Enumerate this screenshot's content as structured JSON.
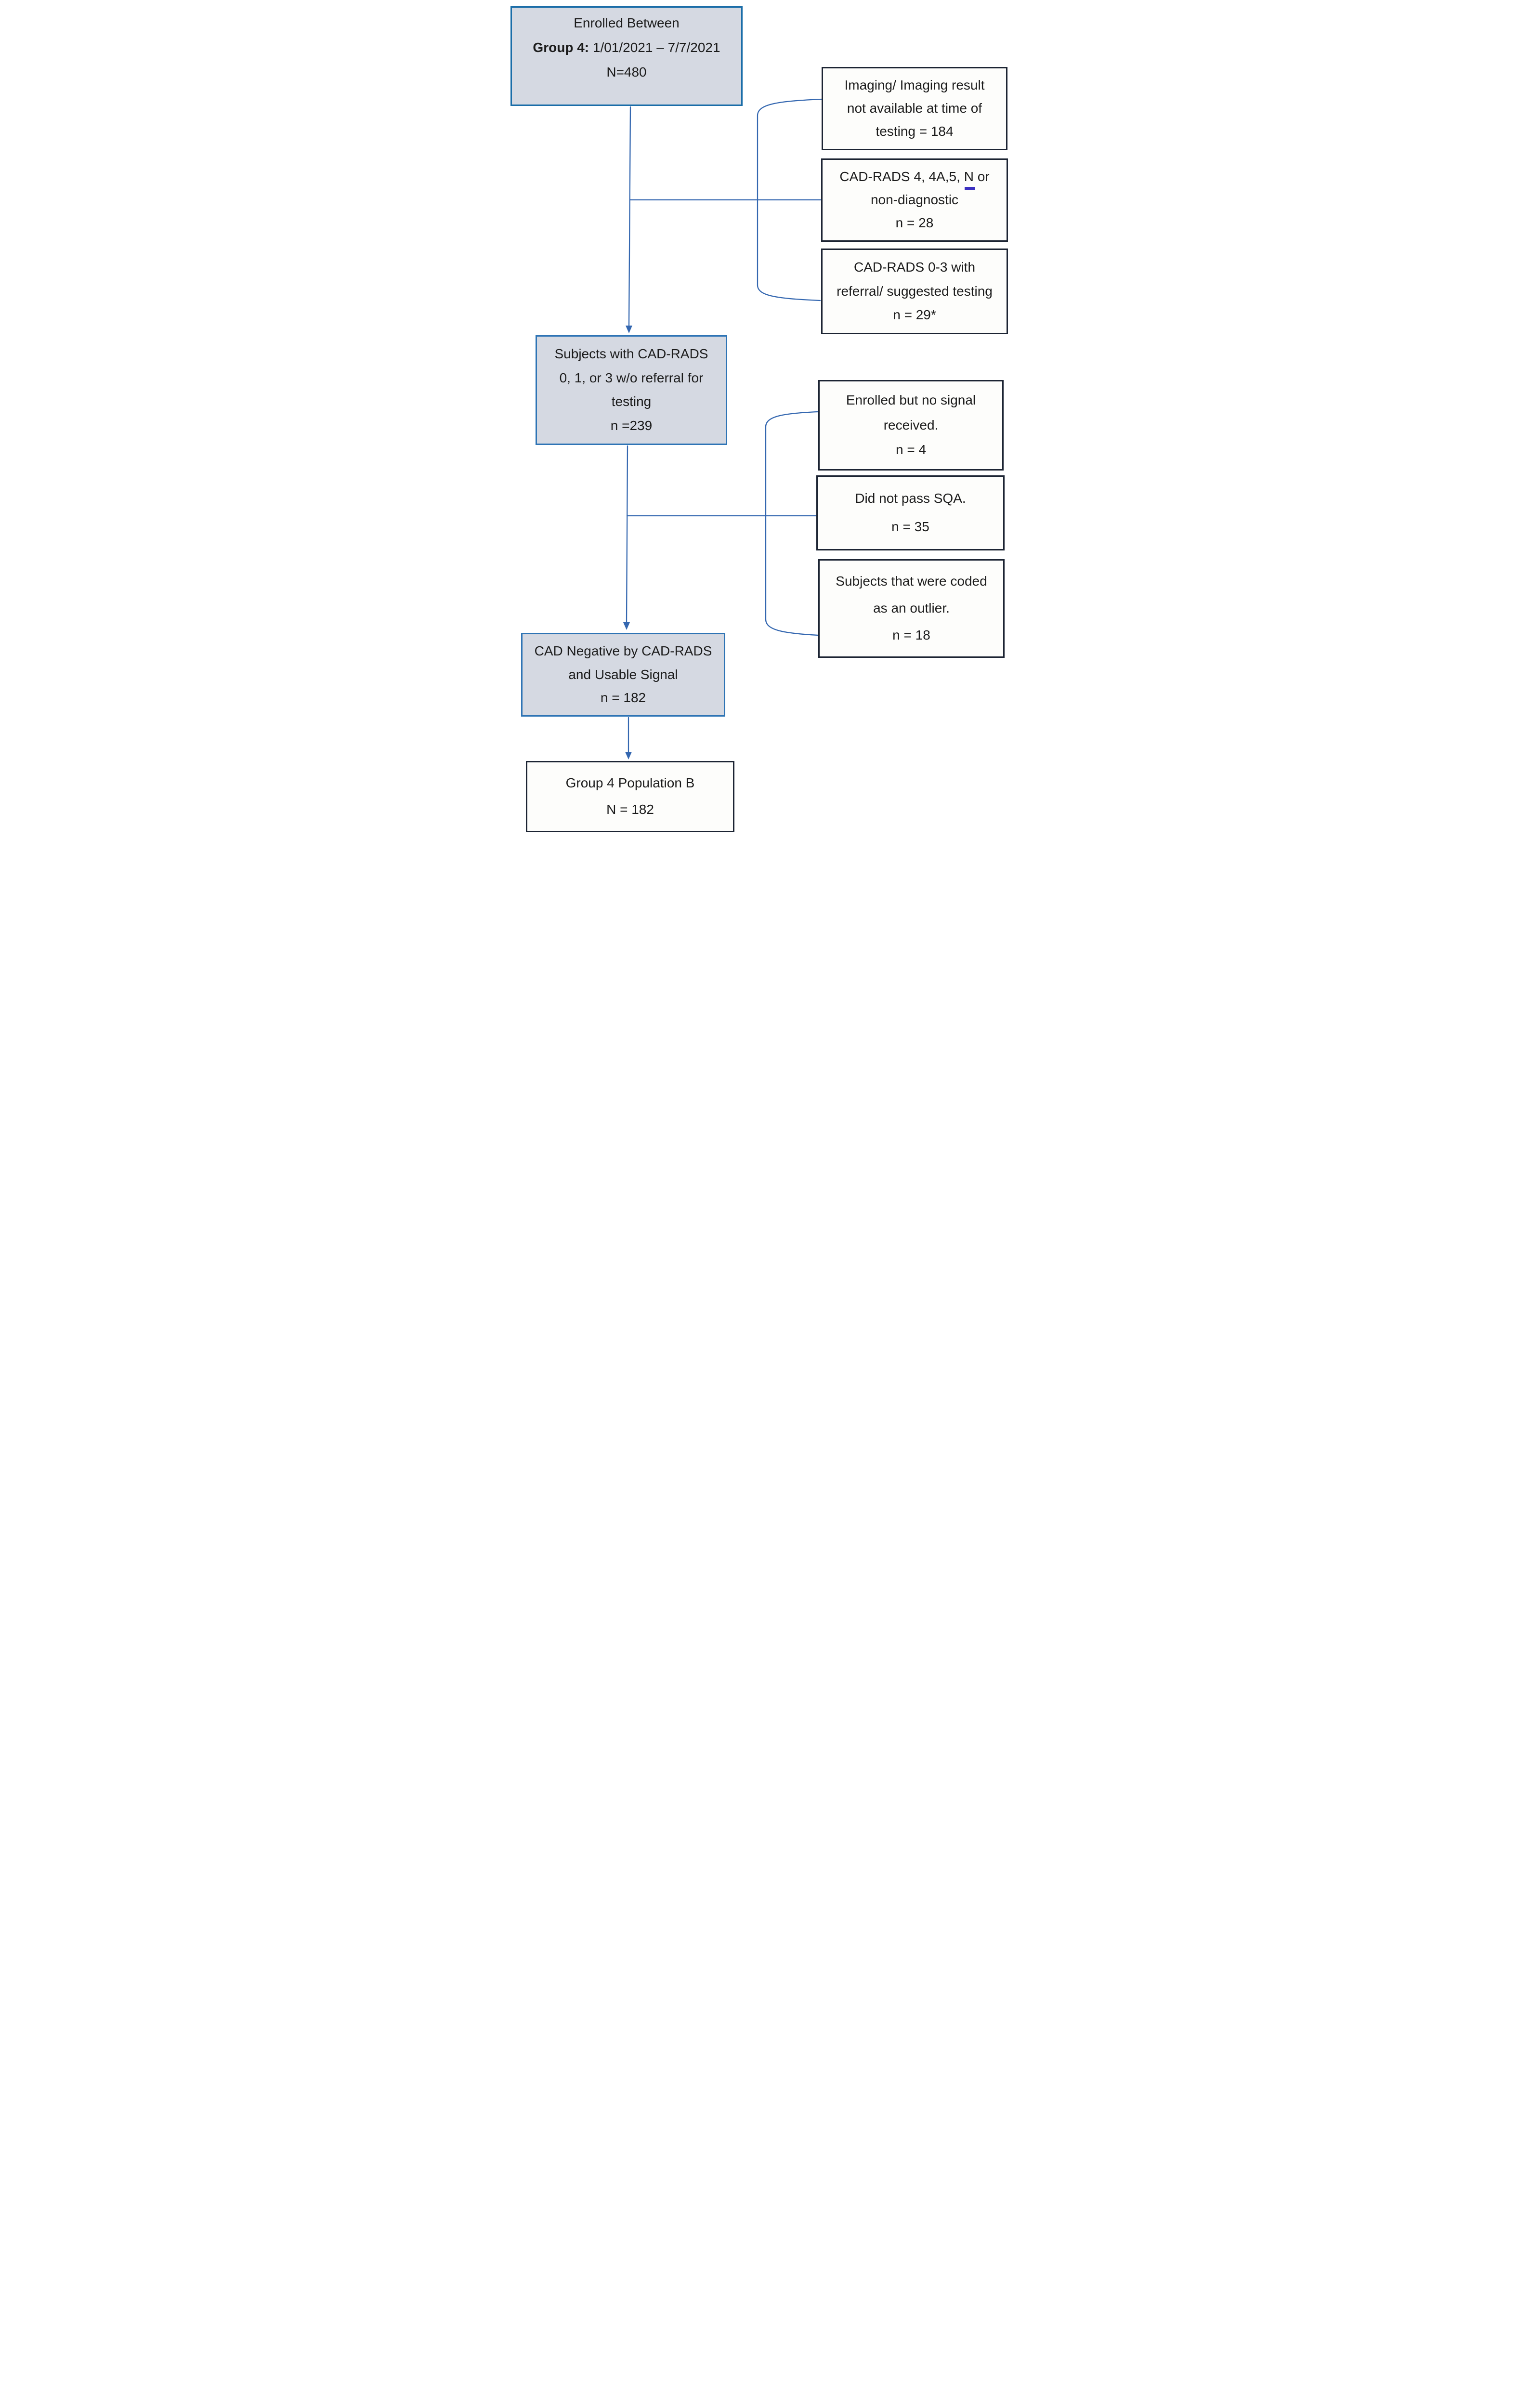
{
  "diagram": {
    "title_hint": "Group 4 enrollment flow diagram",
    "colors": {
      "connector": "#3467b0",
      "enrolled_border": "#1a6da8",
      "shaded_fill": "#d5d9e2",
      "shaded_border": "#2e74b5",
      "plain_border": "#1c2433",
      "plain_fill": "#fdfdfb",
      "spellcheck_mark": "#3b2fc0",
      "text": "#1b1b1b"
    },
    "boxes": {
      "enrolled": {
        "line1": "Enrolled Between",
        "line2_bold": "Group 4:",
        "line2_rest": "  1/01/2021 – 7/7/2021",
        "line3": "N=480"
      },
      "imaging": {
        "line1": "Imaging/ Imaging result",
        "line2": "not available at time of",
        "line3": "testing = 184"
      },
      "cadrads_exclude": {
        "line1_prefix": "CAD-RADS 4, 4A,5, ",
        "line1_marked": "N",
        "line1_suffix": " or",
        "line2": "non-diagnostic",
        "count": "n = 28"
      },
      "cadrads_referral": {
        "line1": "CAD-RADS 0-3 with",
        "line2": "referral/ suggested testing",
        "count": "n = 29*"
      },
      "subjects_included": {
        "line1": "Subjects with CAD-RADS",
        "line2": "0, 1, or 3 w/o referral for",
        "line3": "testing",
        "count": "n =239"
      },
      "no_signal": {
        "line1": "Enrolled but no signal",
        "line2": "received.",
        "count": "n = 4"
      },
      "sqa_fail": {
        "line1": "Did not pass SQA.",
        "count": "n = 35"
      },
      "outlier": {
        "line1": "Subjects that were coded",
        "line2": "as an outlier.",
        "count": "n = 18"
      },
      "cad_negative": {
        "line1": "CAD Negative by CAD-RADS",
        "line2": "and Usable Signal",
        "count": "n = 182"
      },
      "population": {
        "line1": "Group 4 Population B",
        "count": "N = 182"
      }
    }
  }
}
